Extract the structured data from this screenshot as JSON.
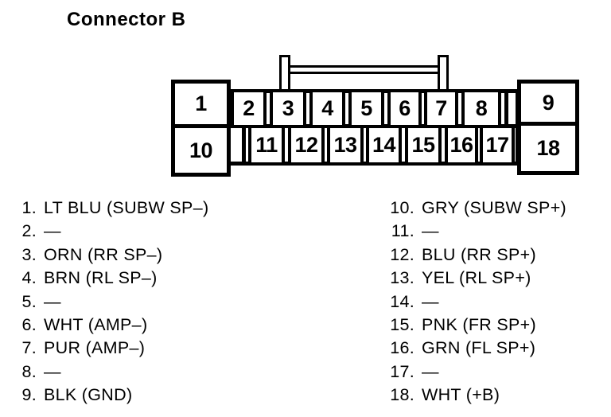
{
  "title": "Connector B",
  "colors": {
    "ink": "#000000",
    "paper": "#ffffff"
  },
  "connector": {
    "pin_1": "1",
    "pin_9": "9",
    "pin_10": "10",
    "pin_18": "18",
    "top_row": [
      "2",
      "3",
      "4",
      "5",
      "6",
      "7",
      "8"
    ],
    "bottom_row": [
      "11",
      "12",
      "13",
      "14",
      "15",
      "16",
      "17"
    ]
  },
  "legend": {
    "left": [
      {
        "num": "1.",
        "label": "LT BLU (SUBW SP–)"
      },
      {
        "num": "2.",
        "label": "—"
      },
      {
        "num": "3.",
        "label": "ORN (RR SP–)"
      },
      {
        "num": "4.",
        "label": "BRN (RL SP–)"
      },
      {
        "num": "5.",
        "label": "—"
      },
      {
        "num": "6.",
        "label": "WHT (AMP–)"
      },
      {
        "num": "7.",
        "label": "PUR (AMP–)"
      },
      {
        "num": "8.",
        "label": "—"
      },
      {
        "num": "9.",
        "label": "BLK (GND)"
      }
    ],
    "right": [
      {
        "num": "10.",
        "label": "GRY (SUBW SP+)"
      },
      {
        "num": "11.",
        "label": "—"
      },
      {
        "num": "12.",
        "label": "BLU (RR SP+)"
      },
      {
        "num": "13.",
        "label": "YEL (RL SP+)"
      },
      {
        "num": "14.",
        "label": "—"
      },
      {
        "num": "15.",
        "label": "PNK (FR SP+)"
      },
      {
        "num": "16.",
        "label": "GRN (FL SP+)"
      },
      {
        "num": "17.",
        "label": "—"
      },
      {
        "num": "18.",
        "label": "WHT (+B)"
      }
    ]
  }
}
